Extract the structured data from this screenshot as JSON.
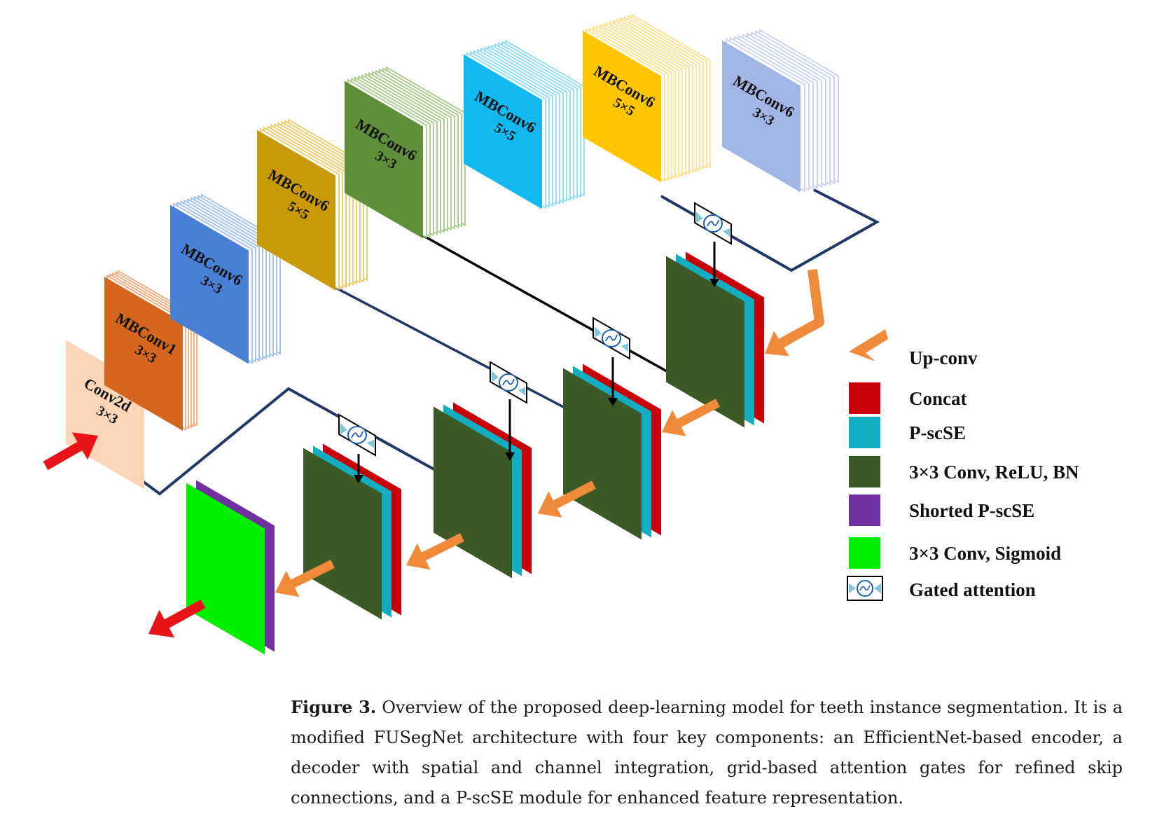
{
  "encoder": [
    {
      "name": "Conv2d",
      "kernel": "3×3",
      "color": "#fdd6b8",
      "line": "#f0b894",
      "layers": 0
    },
    {
      "name": "MBConv1",
      "kernel": "3×3",
      "color": "#d4661d",
      "line": "#f0a878",
      "layers": 5
    },
    {
      "name": "MBConv6",
      "kernel": "3×3",
      "color": "#4a7fd6",
      "line": "#9cc0ee",
      "layers": 9
    },
    {
      "name": "MBConv6",
      "kernel": "5×5",
      "color": "#c99a08",
      "line": "#ecc862",
      "layers": 9
    },
    {
      "name": "MBConv6",
      "kernel": "3×3",
      "color": "#5f8f3a",
      "line": "#a6c98a",
      "layers": 12
    },
    {
      "name": "MBConv6",
      "kernel": "5×5",
      "color": "#12b8f0",
      "line": "#8adcf6",
      "layers": 12
    },
    {
      "name": "MBConv6",
      "kernel": "5×5",
      "color": "#ffc600",
      "line": "#ffe08a",
      "layers": 14
    },
    {
      "name": "MBConv6",
      "kernel": "3×3",
      "color": "#a2b6e6",
      "line": "#c6d2f2",
      "layers": 9
    }
  ],
  "legend": [
    {
      "label": "Up-conv",
      "swatch": "arrow",
      "color": "#ef8a3a"
    },
    {
      "label": "Concat",
      "swatch": "box",
      "color": "#c8000a"
    },
    {
      "label": "P-scSE",
      "swatch": "box",
      "color": "#12adc0"
    },
    {
      "label": "3×3 Conv, ReLU, BN",
      "swatch": "box",
      "color": "#3c5a26"
    },
    {
      "label": "Shorted P-scSE",
      "swatch": "box",
      "color": "#7030a0"
    },
    {
      "label": "3×3 Conv, Sigmoid",
      "swatch": "box",
      "color": "#00ee00"
    },
    {
      "label": "Gated attention",
      "swatch": "gate",
      "color": "#1a5fb4"
    }
  ],
  "colors": {
    "concat": "#c8000a",
    "pscse": "#12adc0",
    "conv": "#3c5a26",
    "shorted": "#7030a0",
    "sigmoid": "#00ee00",
    "upconv": "#ef8a3a",
    "input_arrow": "#e8141a",
    "skip_line": "#1f3864"
  },
  "caption": {
    "label": "Figure 3.",
    "text": " Overview of the proposed deep-learning model for teeth instance segmentation. It is a modified FUSegNet architecture with four key components: an EfficientNet-based encoder, a decoder with spatial and channel integration, grid-based attention gates for refined skip connections, and a P-scSE module for enhanced feature representation."
  }
}
